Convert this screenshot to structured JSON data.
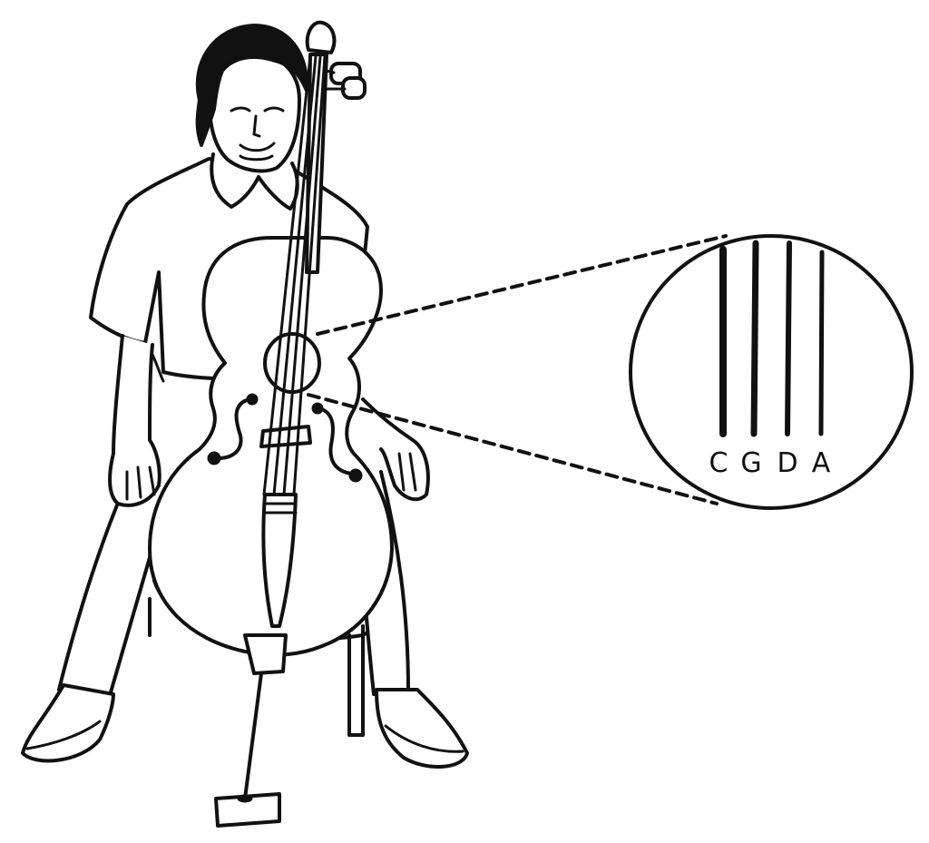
{
  "magnifier": {
    "strings": [
      {
        "label": "C"
      },
      {
        "label": "G"
      },
      {
        "label": "D"
      },
      {
        "label": "A"
      }
    ]
  },
  "colors": {
    "ink": "#111111",
    "paper": "#ffffff"
  }
}
